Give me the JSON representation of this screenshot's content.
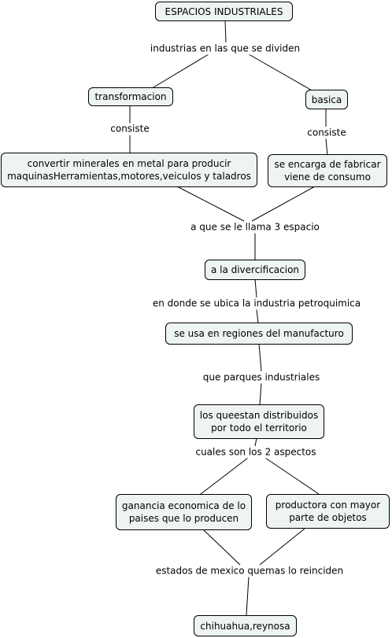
{
  "nodes": {
    "root": "ESPACIOS INDUSTRIALES",
    "transformacion": "transformacion",
    "basica": "basica",
    "convertir": "convertir minerales en metal para producir maquinasHerramientas,motores,veiculos y taladros",
    "fabricar": "se encarga de fabricar viene de consumo",
    "divercificacion": "a la divercificacion",
    "manufacturo": "se usa en regiones del manufacturo",
    "distribuidos": "los queestan distribuidos por todo el territorio",
    "ganancia": "ganancia economica de lo paises que lo producen",
    "productora": "productora con mayor parte de objetos",
    "chihuahua": "chihuahua,reynosa"
  },
  "links": {
    "dividen": "industrias en las que se dividen",
    "consiste_left": "consiste",
    "consiste_right": "consiste",
    "espacio": "a que se le llama 3 espacio",
    "petroquimica": "en donde se ubica la industria petroquimica",
    "parques": "que parques industriales",
    "aspectos": "cuales son los 2 aspectos",
    "estados": "estados de mexico quemas lo reinciden"
  }
}
